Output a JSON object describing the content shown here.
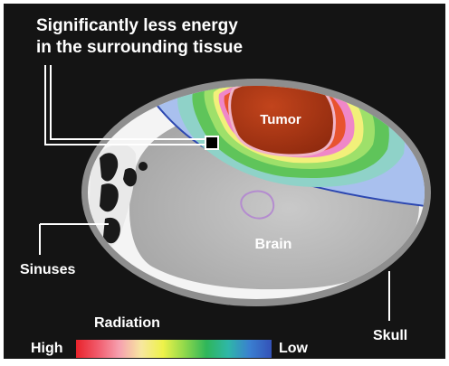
{
  "callout": {
    "line1": "Significantly less energy",
    "line2": "in the surrounding tissue"
  },
  "labels": {
    "tumor": "Tumor",
    "brain": "Brain",
    "sinuses": "Sinuses",
    "skull": "Skull"
  },
  "legend": {
    "title": "Radiation",
    "high": "High",
    "low": "Low",
    "scale_colors": [
      "#e8232b",
      "#f15b6c",
      "#f6a1b0",
      "#f7e7a0",
      "#eef24a",
      "#8fd84b",
      "#2fb65a",
      "#2fb7a8",
      "#3a7fd0",
      "#3452b8"
    ]
  },
  "colors": {
    "background": "#111111",
    "tumor": "#a83012",
    "low_dose_blue": "#9ab6ee",
    "text": "#ffffff"
  }
}
